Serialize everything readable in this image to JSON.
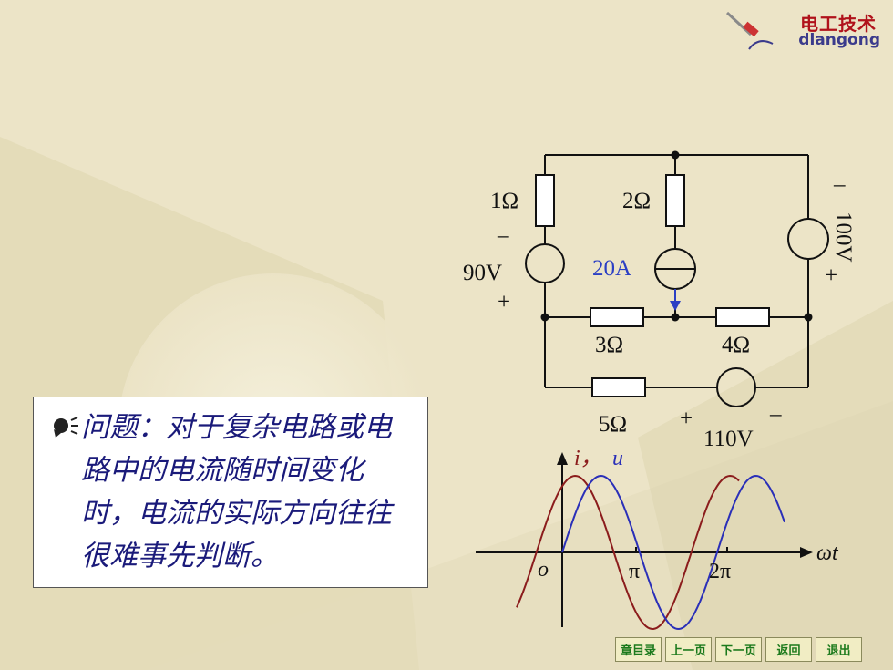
{
  "logo": {
    "title": "电工技术",
    "subtitle": "dlangong"
  },
  "circuit": {
    "r1": "1Ω",
    "r2": "2Ω",
    "r3": "3Ω",
    "r4": "4Ω",
    "r5": "5Ω",
    "source_90v": {
      "label": "90V",
      "minus": "–",
      "plus": "+"
    },
    "source_20a": {
      "label": "20A"
    },
    "source_100v": {
      "label": "100V",
      "minus": "–",
      "plus": "+"
    },
    "source_110v": {
      "label": "110V",
      "minus": "–",
      "plus": "+"
    }
  },
  "question": {
    "text": "问题：对于复杂电路或电路中的电流随时间变化时，电流的实际方向往往很难事先判断。"
  },
  "waveform": {
    "y_label_i": "i，",
    "y_label_u": "u",
    "x_label": "ωt",
    "origin": "o",
    "tick_pi": "π",
    "tick_2pi": "2π",
    "colors": {
      "curve_a": "#8b1c1c",
      "curve_b": "#2a2fb8"
    }
  },
  "nav": {
    "chapter": "章目录",
    "prev": "上一页",
    "next": "下一页",
    "back": "返回",
    "exit": "退出"
  }
}
